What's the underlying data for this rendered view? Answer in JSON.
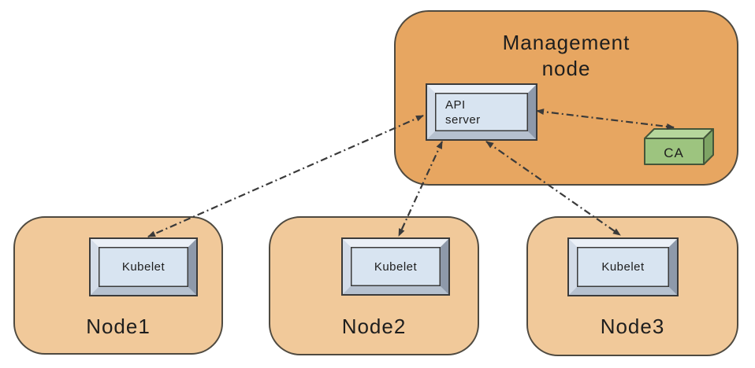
{
  "management_node": {
    "label": "Management node",
    "api_server": {
      "label": "API server"
    },
    "ca": {
      "label": "CA"
    }
  },
  "nodes": [
    {
      "label": "Node1",
      "component": {
        "label": "Kubelet"
      }
    },
    {
      "label": "Node2",
      "component": {
        "label": "Kubelet"
      }
    },
    {
      "label": "Node3",
      "component": {
        "label": "Kubelet"
      }
    }
  ],
  "connections": [
    {
      "from": "api-server",
      "to": "kubelet-node1",
      "style": "dash-dot",
      "bidirectional": true
    },
    {
      "from": "api-server",
      "to": "kubelet-node2",
      "style": "dash-dot",
      "bidirectional": true
    },
    {
      "from": "api-server",
      "to": "kubelet-node3",
      "style": "dash-dot",
      "bidirectional": true
    },
    {
      "from": "api-server",
      "to": "ca",
      "style": "dash-dot",
      "bidirectional": true
    }
  ],
  "colors": {
    "background": "#FFFFFF",
    "management_node_fill": "#E7A661",
    "node_fill": "#F1C99A",
    "container_border": "#4F4A40",
    "box_fill": "#D8E4F1",
    "ca_front": "#9DC47F",
    "ca_top": "#B6D69C",
    "ca_side": "#7EA465",
    "arrow": "#3A3A3A",
    "text": "#1E1E1E"
  }
}
